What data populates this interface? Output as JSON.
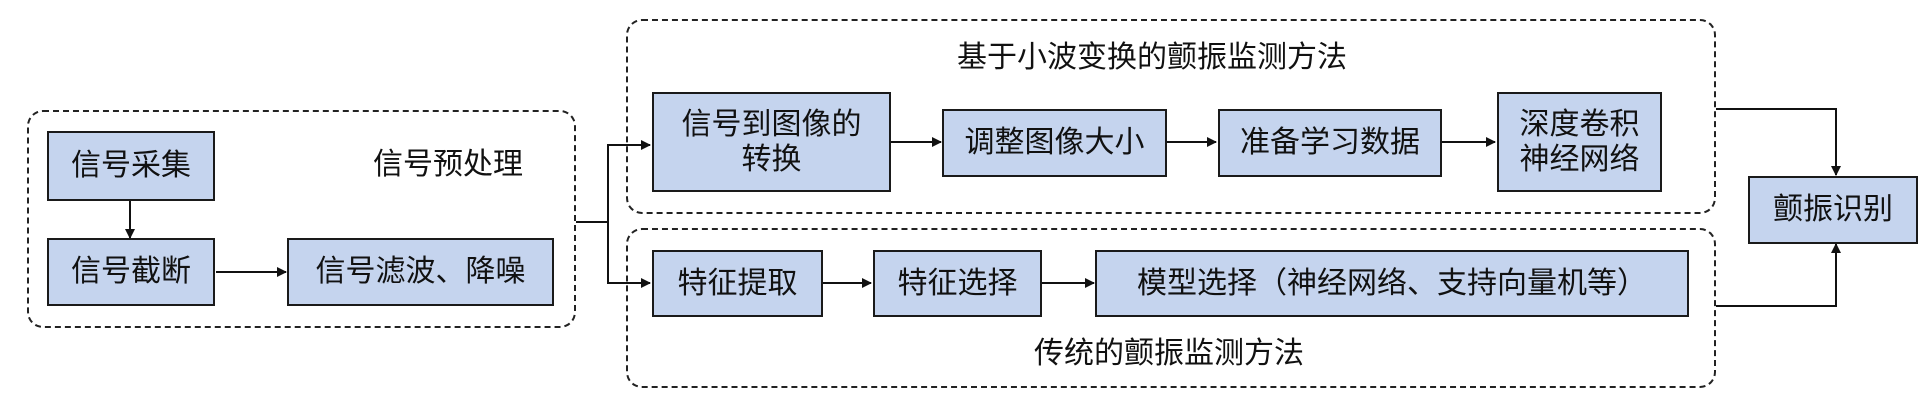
{
  "groups": {
    "preprocess_title": "信号预处理",
    "wavelet_title": "基于小波变换的颤振监测方法",
    "traditional_title": "传统的颤振监测方法"
  },
  "nodes": {
    "signal_acquisition": "信号采集",
    "signal_truncation": "信号截断",
    "signal_filtering": "信号滤波、降噪",
    "signal_to_image_l1": "信号到图像的",
    "signal_to_image_l2": "转换",
    "resize_image": "调整图像大小",
    "prepare_data": "准备学习数据",
    "cnn_l1": "深度卷积",
    "cnn_l2": "神经网络",
    "feature_extraction": "特征提取",
    "feature_selection": "特征选择",
    "model_selection": "模型选择（神经网络、支持向量机等）",
    "chatter_recognition": "颤振识别"
  }
}
